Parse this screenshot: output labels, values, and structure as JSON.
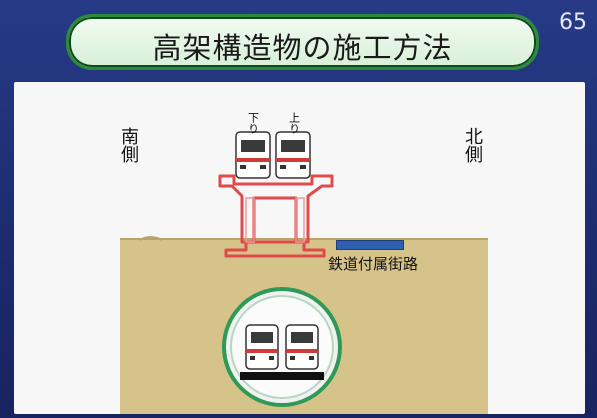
{
  "slide": {
    "title": "高架構造物の施工方法",
    "page_number": "65"
  },
  "labels": {
    "south": "南側",
    "north": "北側",
    "down": "下り",
    "up": "上り",
    "road": "鉄道付属街路"
  },
  "colors": {
    "background": "#1f2f72",
    "title_border": "#2d8a3c",
    "ground": "#d6c38a",
    "structure_red": "#e04a4a",
    "road_blue": "#2d5fb3",
    "tunnel_green": "#2f9a57"
  }
}
